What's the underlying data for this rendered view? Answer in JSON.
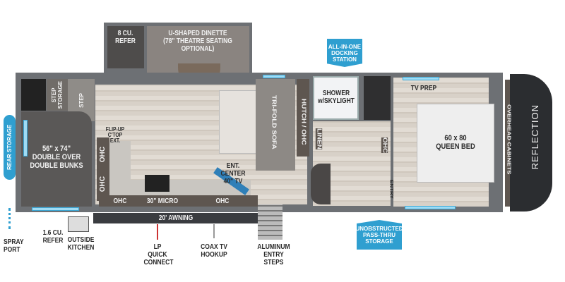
{
  "badges": {
    "rear_storage": "REAR STORAGE",
    "docking": "ALL-IN-ONE\nDOCKING\nSTATION",
    "pass_thru": "UNOBSTRUCTED\nPASS-THRU\nSTORAGE"
  },
  "rooms": {
    "refer": "8 CU.\nREFER",
    "dinette": "U-SHAPED DINETTE\n(78\" THEATRE SEATING\nOPTIONAL)",
    "step_storage": "STEP\nSTORAGE",
    "step": "STEP",
    "bunks": "56\" x 74\"\nDOUBLE OVER\nDOUBLE BUNKS",
    "flip_up": "FLIP-UP\nC'TOP EXT.",
    "ohc1": "OHC",
    "ohc2": "OHC",
    "ohc3": "OHC",
    "micro": "30\" MICRO",
    "ohc4": "OHC",
    "ent_center": "ENT. CENTER\n40\" TV",
    "sofa": "TRI-FOLD SOFA",
    "hutch": "HUTCH / OHC",
    "shower": "SHOWER\nw/SKYLIGHT",
    "linen": "LINEN",
    "ohc5": "OHC",
    "entry": "ENTRY",
    "tv_prep": "TV PREP",
    "bed": "60 x 80\nQUEEN BED",
    "overhead": "OVERHEAD CABINETS",
    "brand": "REFLECTION"
  },
  "exterior": {
    "awning": "20' AWNING",
    "spray": "SPRAY\nPORT",
    "refer": "1.6 CU.\nREFER",
    "outside_kitchen": "OUTSIDE\nKITCHEN",
    "lp": "LP QUICK\nCONNECT",
    "coax": "COAX TV\nHOOKUP",
    "steps": "ALUMINUM\nENTRY STEPS"
  },
  "colors": {
    "badge": "#2f9fd0",
    "wall": "#6d7074",
    "cap": "#2b2d30"
  }
}
